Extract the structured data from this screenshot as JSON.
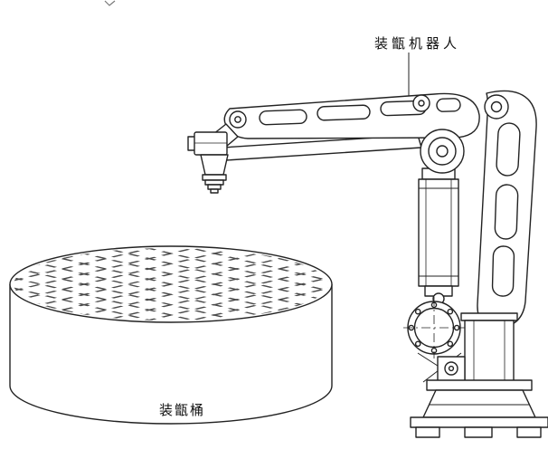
{
  "diagram": {
    "type": "technical-line-drawing",
    "labels": {
      "robot": "装甑机器人",
      "barrel": "装甑桶"
    },
    "colors": {
      "line": "#222222",
      "hatch": "#4a4a4a",
      "background": "#ffffff"
    }
  }
}
